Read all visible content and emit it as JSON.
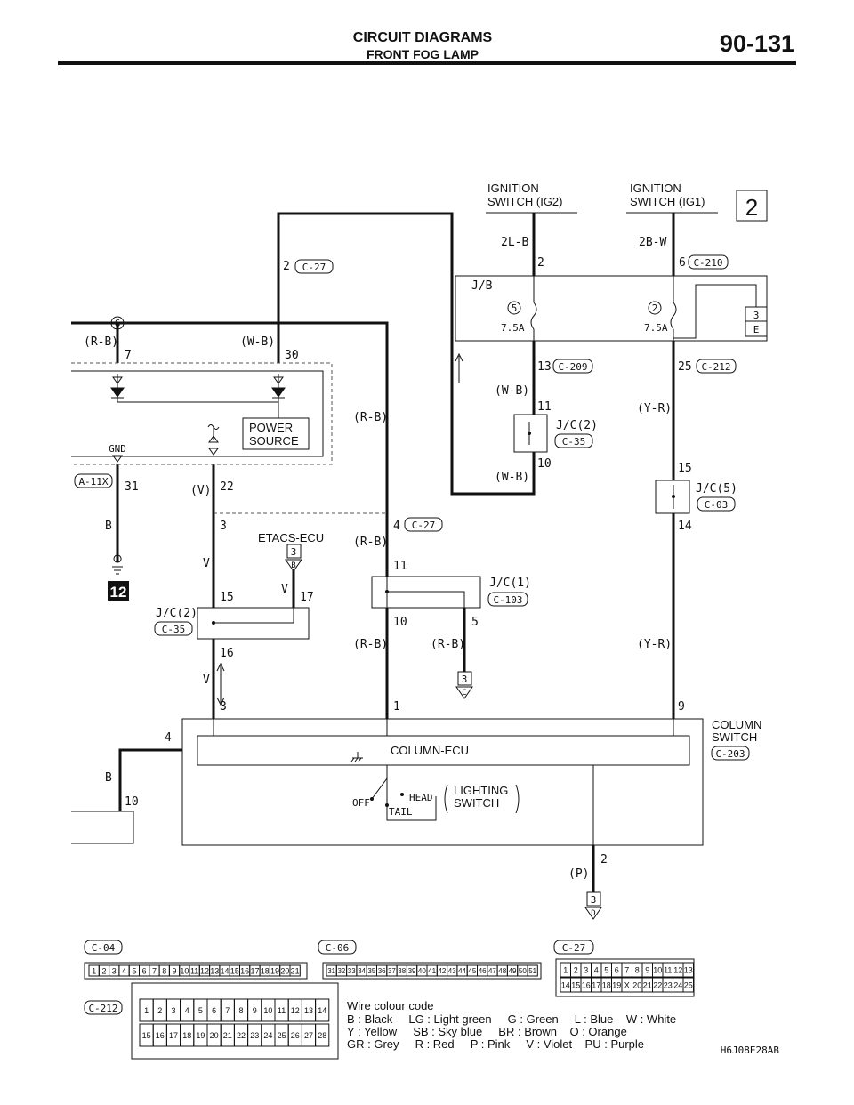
{
  "header": {
    "title": "CIRCUIT DIAGRAMS",
    "subtitle": "FRONT FOG LAMP",
    "page": "90-131"
  },
  "diagram": {
    "section_box": "2",
    "ig2": [
      "IGNITION",
      "SWITCH (IG2)"
    ],
    "ig1": [
      "IGNITION",
      "SWITCH (IG1)"
    ],
    "w_2lb": "2L-B",
    "w_2bw": "2B-W",
    "pin_2": "2",
    "pin_6": "6",
    "c210": "C-210",
    "jb": "J/B",
    "fuse5": "5",
    "fuse2": "2",
    "amp1": "7.5A",
    "amp2": "7.5A",
    "ref3e": [
      "3",
      "E"
    ],
    "pin_13": "13",
    "c209": "C-209",
    "pin_25": "25",
    "c212": "C-212",
    "wb1": "(W-B)",
    "pin_11a": "11",
    "jc2a": "J/C(2)",
    "c35a": "C-35",
    "pin_10a": "10",
    "wb2": "(W-B)",
    "yr1": "(Y-R)",
    "pin_15a": "15",
    "jc5": "J/C(5)",
    "c03": "C-03",
    "pin_14": "14",
    "yr2": "(Y-R)",
    "pin_9": "9",
    "pin_2b": "2",
    "c27a": "C-27",
    "wb3": "(W-B)",
    "pin_30": "30",
    "circle6": "6",
    "rb1": "(R-B)",
    "pin_7": "7",
    "power": [
      "POWER",
      "SOURCE"
    ],
    "gnd": "GND",
    "a11x": "A-11X",
    "pin_31": "31",
    "b1": "B",
    "ground12": "12",
    "pin_22": "22",
    "v1": "(V)",
    "pin_3a": "3",
    "v2": "V",
    "pin_15b": "15",
    "jc2b": "J/C(2)",
    "c35b": "C-35",
    "pin_16": "16",
    "v3": "V",
    "pin_3b": "3",
    "etacs": "ETACS-ECU",
    "ref3b": [
      "3",
      "B"
    ],
    "v4": "V",
    "pin_17": "17",
    "rb2": "(R-B)",
    "pin_4a": "4",
    "c27b": "C-27",
    "rb3": "(R-B)",
    "pin_11b": "11",
    "jc1": "J/C(1)",
    "c103": "C-103",
    "pin_10b": "10",
    "pin_5": "5",
    "rb4": "(R-B)",
    "rb5": "(R-B)",
    "ref3c": [
      "3",
      "C"
    ],
    "pin_1": "1",
    "column_switch": [
      "COLUMN",
      "SWITCH"
    ],
    "c203": "C-203",
    "column_ecu": "COLUMN-ECU",
    "pin_4b": "4",
    "b2": "B",
    "pin_10c": "10",
    "off": "OFF",
    "head": "HEAD",
    "tail": "TAIL",
    "lighting": [
      "LIGHTING",
      "SWITCH"
    ],
    "pin_2c": "2",
    "p1": "(P)",
    "ref3d": [
      "3",
      "D"
    ]
  },
  "connectors": {
    "c04": {
      "label": "C-04",
      "pins": [
        "1",
        "2",
        "3",
        "4",
        "5",
        "6",
        "7",
        "8",
        "9",
        "10",
        "11",
        "12",
        "13",
        "14",
        "15",
        "16",
        "17",
        "18",
        "19",
        "20",
        "21"
      ]
    },
    "c06": {
      "label": "C-06",
      "pins": [
        "31",
        "32",
        "33",
        "34",
        "35",
        "36",
        "37",
        "38",
        "39",
        "40",
        "41",
        "42",
        "43",
        "44",
        "45",
        "46",
        "47",
        "48",
        "49",
        "50",
        "51"
      ]
    },
    "c27": {
      "label": "C-27",
      "row1": [
        "1",
        "2",
        "3",
        "4",
        "5",
        "6",
        "7",
        "8",
        "9",
        "10",
        "11",
        "12",
        "13"
      ],
      "row2": [
        "14",
        "15",
        "16",
        "17",
        "18",
        "19",
        "X",
        "20",
        "21",
        "22",
        "23",
        "24",
        "25"
      ]
    },
    "c212": {
      "label": "C-212",
      "row1": [
        "1",
        "2",
        "3",
        "4",
        "5",
        "6",
        "7",
        "8",
        "9",
        "10",
        "11",
        "12",
        "13",
        "14"
      ],
      "row2": [
        "15",
        "16",
        "17",
        "18",
        "19",
        "20",
        "21",
        "22",
        "23",
        "24",
        "25",
        "26",
        "27",
        "28"
      ]
    }
  },
  "legend": {
    "title": "Wire colour code",
    "line1": "B : Black     LG : Light green     G : Green     L : Blue    W : White",
    "line2": "Y : Yellow     SB : Sky blue     BR : Brown    O : Orange",
    "line3": "GR : Grey     R : Red     P : Pink     V : Violet    PU : Purple"
  },
  "figure_code": "H6J08E28AB"
}
